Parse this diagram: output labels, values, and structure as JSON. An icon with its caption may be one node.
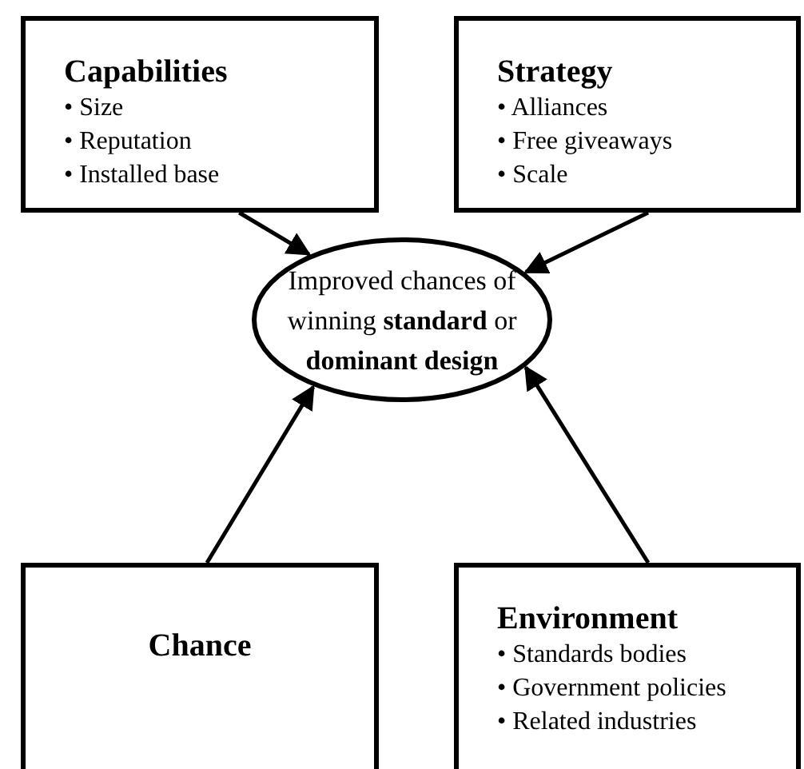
{
  "diagram": {
    "nodes": [
      {
        "text": [
          "Capabilities",
          "• Size",
          "• Reputation",
          "• Installed base"
        ]
      },
      {
        "text": [
          "Strategy",
          "• Alliances",
          "• Free giveaways",
          "• Scale"
        ]
      },
      {
        "text": [
          "Improved chances of winning **standard** or **dominant design**"
        ]
      },
      {
        "text": [
          "Chance"
        ]
      },
      {
        "text": [
          "Environment",
          "• Standards bodies",
          "• Government policies",
          "• Related industries"
        ]
      }
    ],
    "edges": [
      {
        "from": 0,
        "to": 2,
        "arrow": "to"
      },
      {
        "from": 1,
        "to": 2,
        "arrow": "to"
      },
      {
        "from": 3,
        "to": 2,
        "arrow": "to"
      },
      {
        "from": 4,
        "to": 2,
        "arrow": "to"
      }
    ]
  }
}
